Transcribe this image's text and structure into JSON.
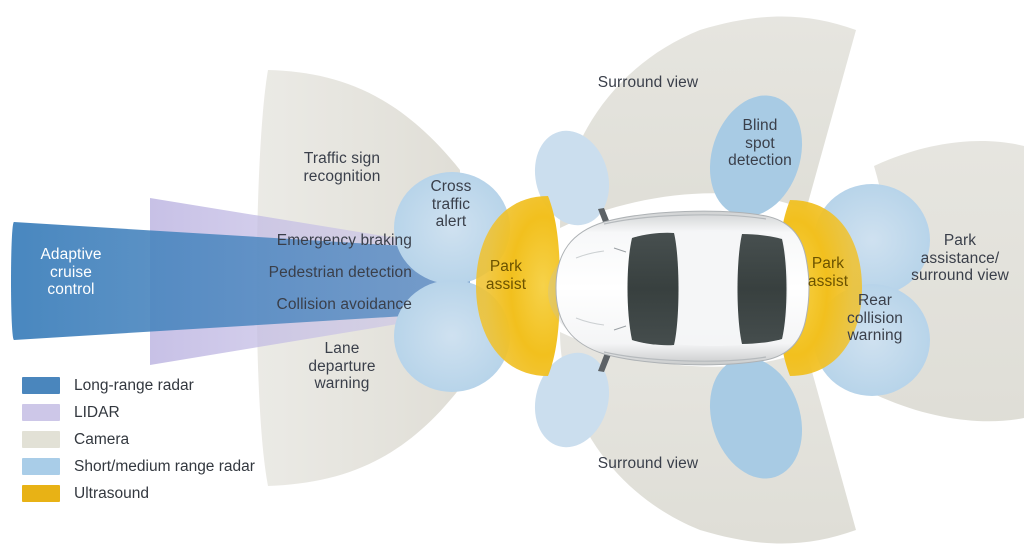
{
  "diagram": {
    "title": "Automotive ADAS sensor coverage diagram",
    "vehicle": "passenger-car-top-view"
  },
  "colors": {
    "long_range_radar": "#4a86bd",
    "lidar": "#c8c3e6",
    "camera": "#e2e1dc",
    "short_medium_radar": "#bcd7ea",
    "blind_spot_radar": "#a6c9e4",
    "ultrasound": "#f2c01e",
    "label_text": "#33383f",
    "label_text_inverse": "#ffffff",
    "ultrasound_text": "#6b5200",
    "background": "#ffffff"
  },
  "zones": {
    "adaptive_cruise_control": "Adaptive\ncruise\ncontrol",
    "traffic_sign_recognition": "Traffic sign\nrecognition",
    "emergency_braking": "Emergency braking",
    "pedestrian_detection": "Pedestrian detection",
    "collision_avoidance": "Collision avoidance",
    "lane_departure_warning": "Lane\ndeparture\nwarning",
    "cross_traffic_alert": "Cross\ntraffic\nalert",
    "park_assist_front": "Park\nassist",
    "park_assist_rear": "Park\nassist",
    "surround_view_top": "Surround view",
    "surround_view_bottom": "Surround view",
    "blind_spot_detection": "Blind\nspot\ndetection",
    "rear_collision_warning": "Rear\ncollision\nwarning",
    "park_assistance_surround_view": "Park\nassistance/\nsurround view"
  },
  "legend": {
    "items": [
      {
        "label": "Long-range radar",
        "color": "#4a86bd",
        "swatch": "swatch-long-range-radar"
      },
      {
        "label": "LIDAR",
        "color": "#cdc7e8",
        "swatch": "swatch-lidar"
      },
      {
        "label": "Camera",
        "color": "#e2e1d6",
        "swatch": "swatch-camera"
      },
      {
        "label": "Short/medium range radar",
        "color": "#a9cde8",
        "swatch": "swatch-short-medium-radar"
      },
      {
        "label": "Ultrasound",
        "color": "#e8b215",
        "swatch": "swatch-ultrasound"
      }
    ]
  }
}
